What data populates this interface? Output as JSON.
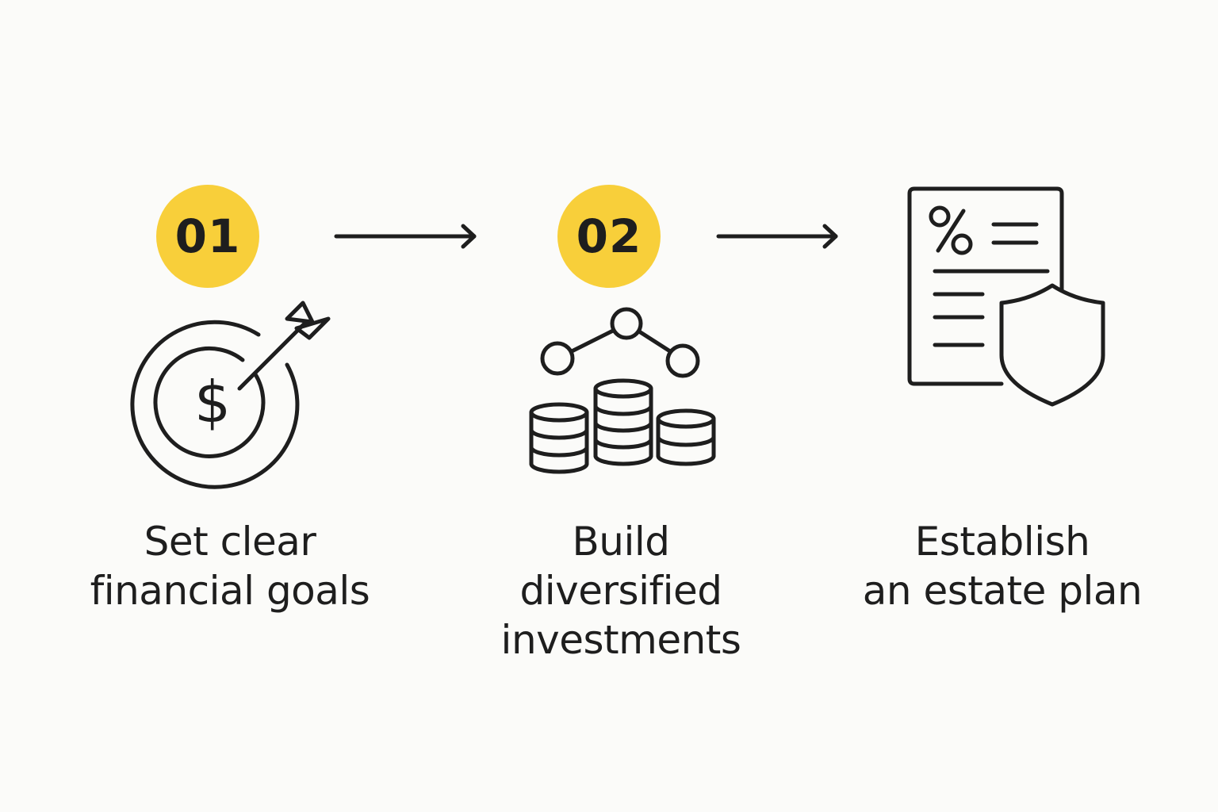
{
  "steps": [
    {
      "number": "01",
      "icon": "dollar-target-icon",
      "label_lines": [
        "Set clear",
        "financial goals"
      ]
    },
    {
      "number": "02",
      "icon": "coin-stacks-network-icon",
      "label_lines": [
        "Build",
        "diversified",
        "investments"
      ]
    },
    {
      "icon": "estate-document-shield-icon",
      "label_lines": [
        "Establish",
        "an estate plan"
      ]
    }
  ],
  "connectors": [
    "arrow-right-icon",
    "arrow-right-icon"
  ],
  "colors": {
    "background": "#fbfbf9",
    "badge": "#f8cf3a",
    "ink": "#1e1e1e"
  }
}
